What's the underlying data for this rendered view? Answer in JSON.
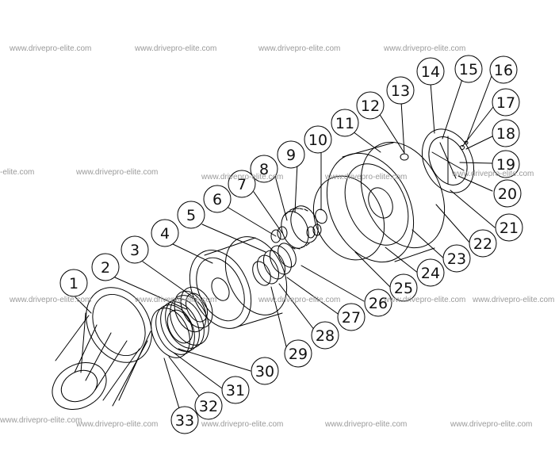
{
  "diagram": {
    "callouts": [
      "1",
      "2",
      "3",
      "4",
      "5",
      "6",
      "7",
      "8",
      "9",
      "10",
      "11",
      "12",
      "13",
      "14",
      "15",
      "16",
      "17",
      "18",
      "19",
      "20",
      "21",
      "22",
      "23",
      "24",
      "25",
      "26",
      "27",
      "28",
      "29",
      "30",
      "31",
      "32",
      "33"
    ]
  },
  "watermark": {
    "text": "www.drivepro-elite.com",
    "partial_left": "-elite.com"
  }
}
